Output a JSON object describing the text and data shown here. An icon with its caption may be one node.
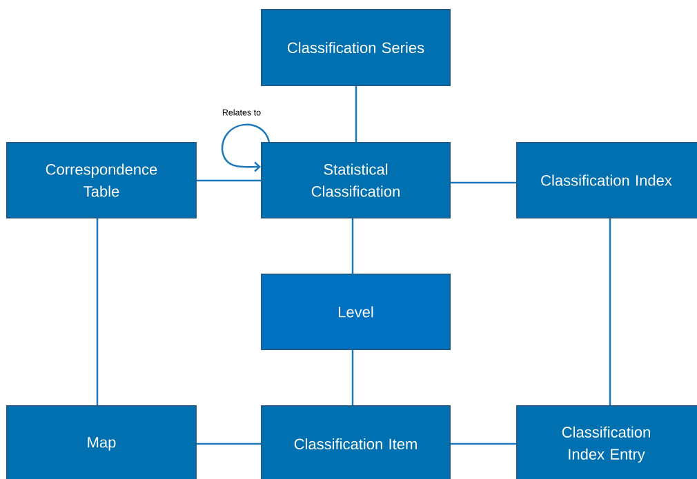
{
  "diagram": {
    "nodes": [
      {
        "text": [
          "Classification Series"
        ]
      },
      {
        "text": [
          "Correspondence Table"
        ]
      },
      {
        "text": [
          "Statistical Classification"
        ]
      },
      {
        "text": [
          "Classification Index"
        ]
      },
      {
        "text": [
          "Level"
        ]
      },
      {
        "text": [
          "Map"
        ]
      },
      {
        "text": [
          "Classification Item"
        ]
      },
      {
        "text": [
          "Classification Index Entry"
        ]
      }
    ],
    "edges": [
      {
        "from": 0,
        "to": 2,
        "arrow": "none"
      },
      {
        "from": 2,
        "to": 2,
        "arrow": "to",
        "label": "Relates to"
      },
      {
        "from": 1,
        "to": 2,
        "arrow": "none"
      },
      {
        "from": 2,
        "to": 3,
        "arrow": "none"
      },
      {
        "from": 2,
        "to": 4,
        "arrow": "none"
      },
      {
        "from": 1,
        "to": 5,
        "arrow": "none"
      },
      {
        "from": 3,
        "to": 7,
        "arrow": "none"
      },
      {
        "from": 4,
        "to": 6,
        "arrow": "none"
      },
      {
        "from": 5,
        "to": 6,
        "arrow": "none"
      },
      {
        "from": 6,
        "to": 7,
        "arrow": "none"
      }
    ]
  }
}
